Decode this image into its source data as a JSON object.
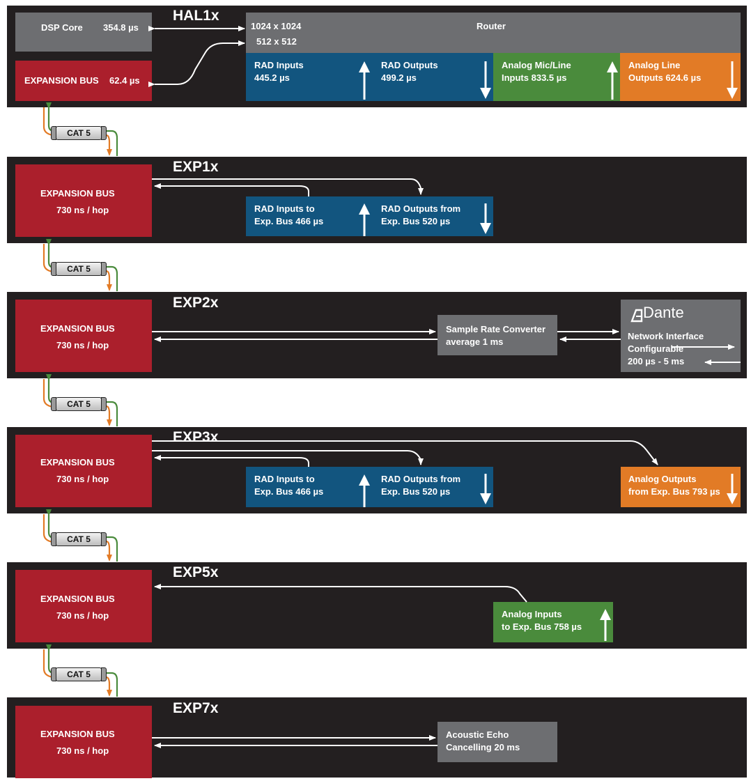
{
  "colors": {
    "panel": "#231f20",
    "red": "#ab1f2c",
    "gray": "#6d6e71",
    "blue": "#12557f",
    "green": "#4a8b3c",
    "orange": "#e27b26",
    "cable_orange": "#e27b26",
    "cable_green": "#4a8b3c"
  },
  "cat_label": "CAT 5",
  "hal": {
    "title": "HAL1x",
    "dsp_label": "DSP Core",
    "dsp_value": "354.8 µs",
    "exp_bus_label": "EXPANSION BUS",
    "exp_bus_value": "62.4 µs",
    "router_size_1": "1024 x 1024",
    "router_size_2": "512 x 512",
    "router_label": "Router",
    "rad_inputs_1": "RAD Inputs",
    "rad_inputs_2": "445.2 µs",
    "rad_outputs_1": "RAD Outputs",
    "rad_outputs_2": "499.2 µs",
    "mic_1": "Analog Mic/Line",
    "mic_2": "Inputs 833.5 µs",
    "line_out_1": "Analog Line",
    "line_out_2": "Outputs 624.6 µs"
  },
  "exp1": {
    "title": "EXP1x",
    "bus_1": "EXPANSION BUS",
    "bus_2": "730 ns / hop",
    "rad_in_1": "RAD Inputs to",
    "rad_in_2": "Exp. Bus 466 µs",
    "rad_out_1": "RAD Outputs from",
    "rad_out_2": "Exp. Bus 520 µs"
  },
  "exp2": {
    "title": "EXP2x",
    "bus_1": "EXPANSION BUS",
    "bus_2": "730 ns / hop",
    "src_1": "Sample Rate Converter",
    "src_2": "average 1 ms",
    "dante_logo": "Dante",
    "net_1": "Network Interface",
    "net_2": "Configurable",
    "net_3": "200 µs - 5 ms"
  },
  "exp3": {
    "title": "EXP3x",
    "bus_1": "EXPANSION BUS",
    "bus_2": "730 ns / hop",
    "rad_in_1": "RAD Inputs to",
    "rad_in_2": "Exp. Bus 466 µs",
    "rad_out_1": "RAD Outputs from",
    "rad_out_2": "Exp. Bus 520 µs",
    "ana_out_1": "Analog Outputs",
    "ana_out_2": "from Exp. Bus 793 µs"
  },
  "exp5": {
    "title": "EXP5x",
    "bus_1": "EXPANSION BUS",
    "bus_2": "730 ns / hop",
    "ana_in_1": "Analog Inputs",
    "ana_in_2": "to Exp. Bus 758 µs"
  },
  "exp7": {
    "title": "EXP7x",
    "bus_1": "EXPANSION BUS",
    "bus_2": "730 ns / hop",
    "aec_1": "Acoustic Echo",
    "aec_2": "Cancelling 20 ms"
  }
}
